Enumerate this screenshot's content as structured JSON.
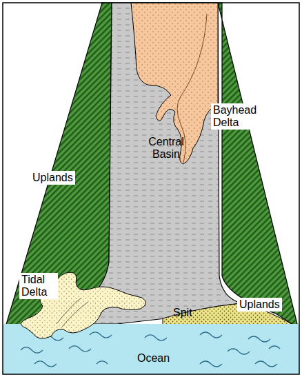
{
  "diagram": {
    "labels": [
      "Bayhead Delta",
      "Uplands",
      "Central Basin",
      "Uplands",
      "Tidal Delta",
      "Spit",
      "Ocean"
    ]
  }
}
